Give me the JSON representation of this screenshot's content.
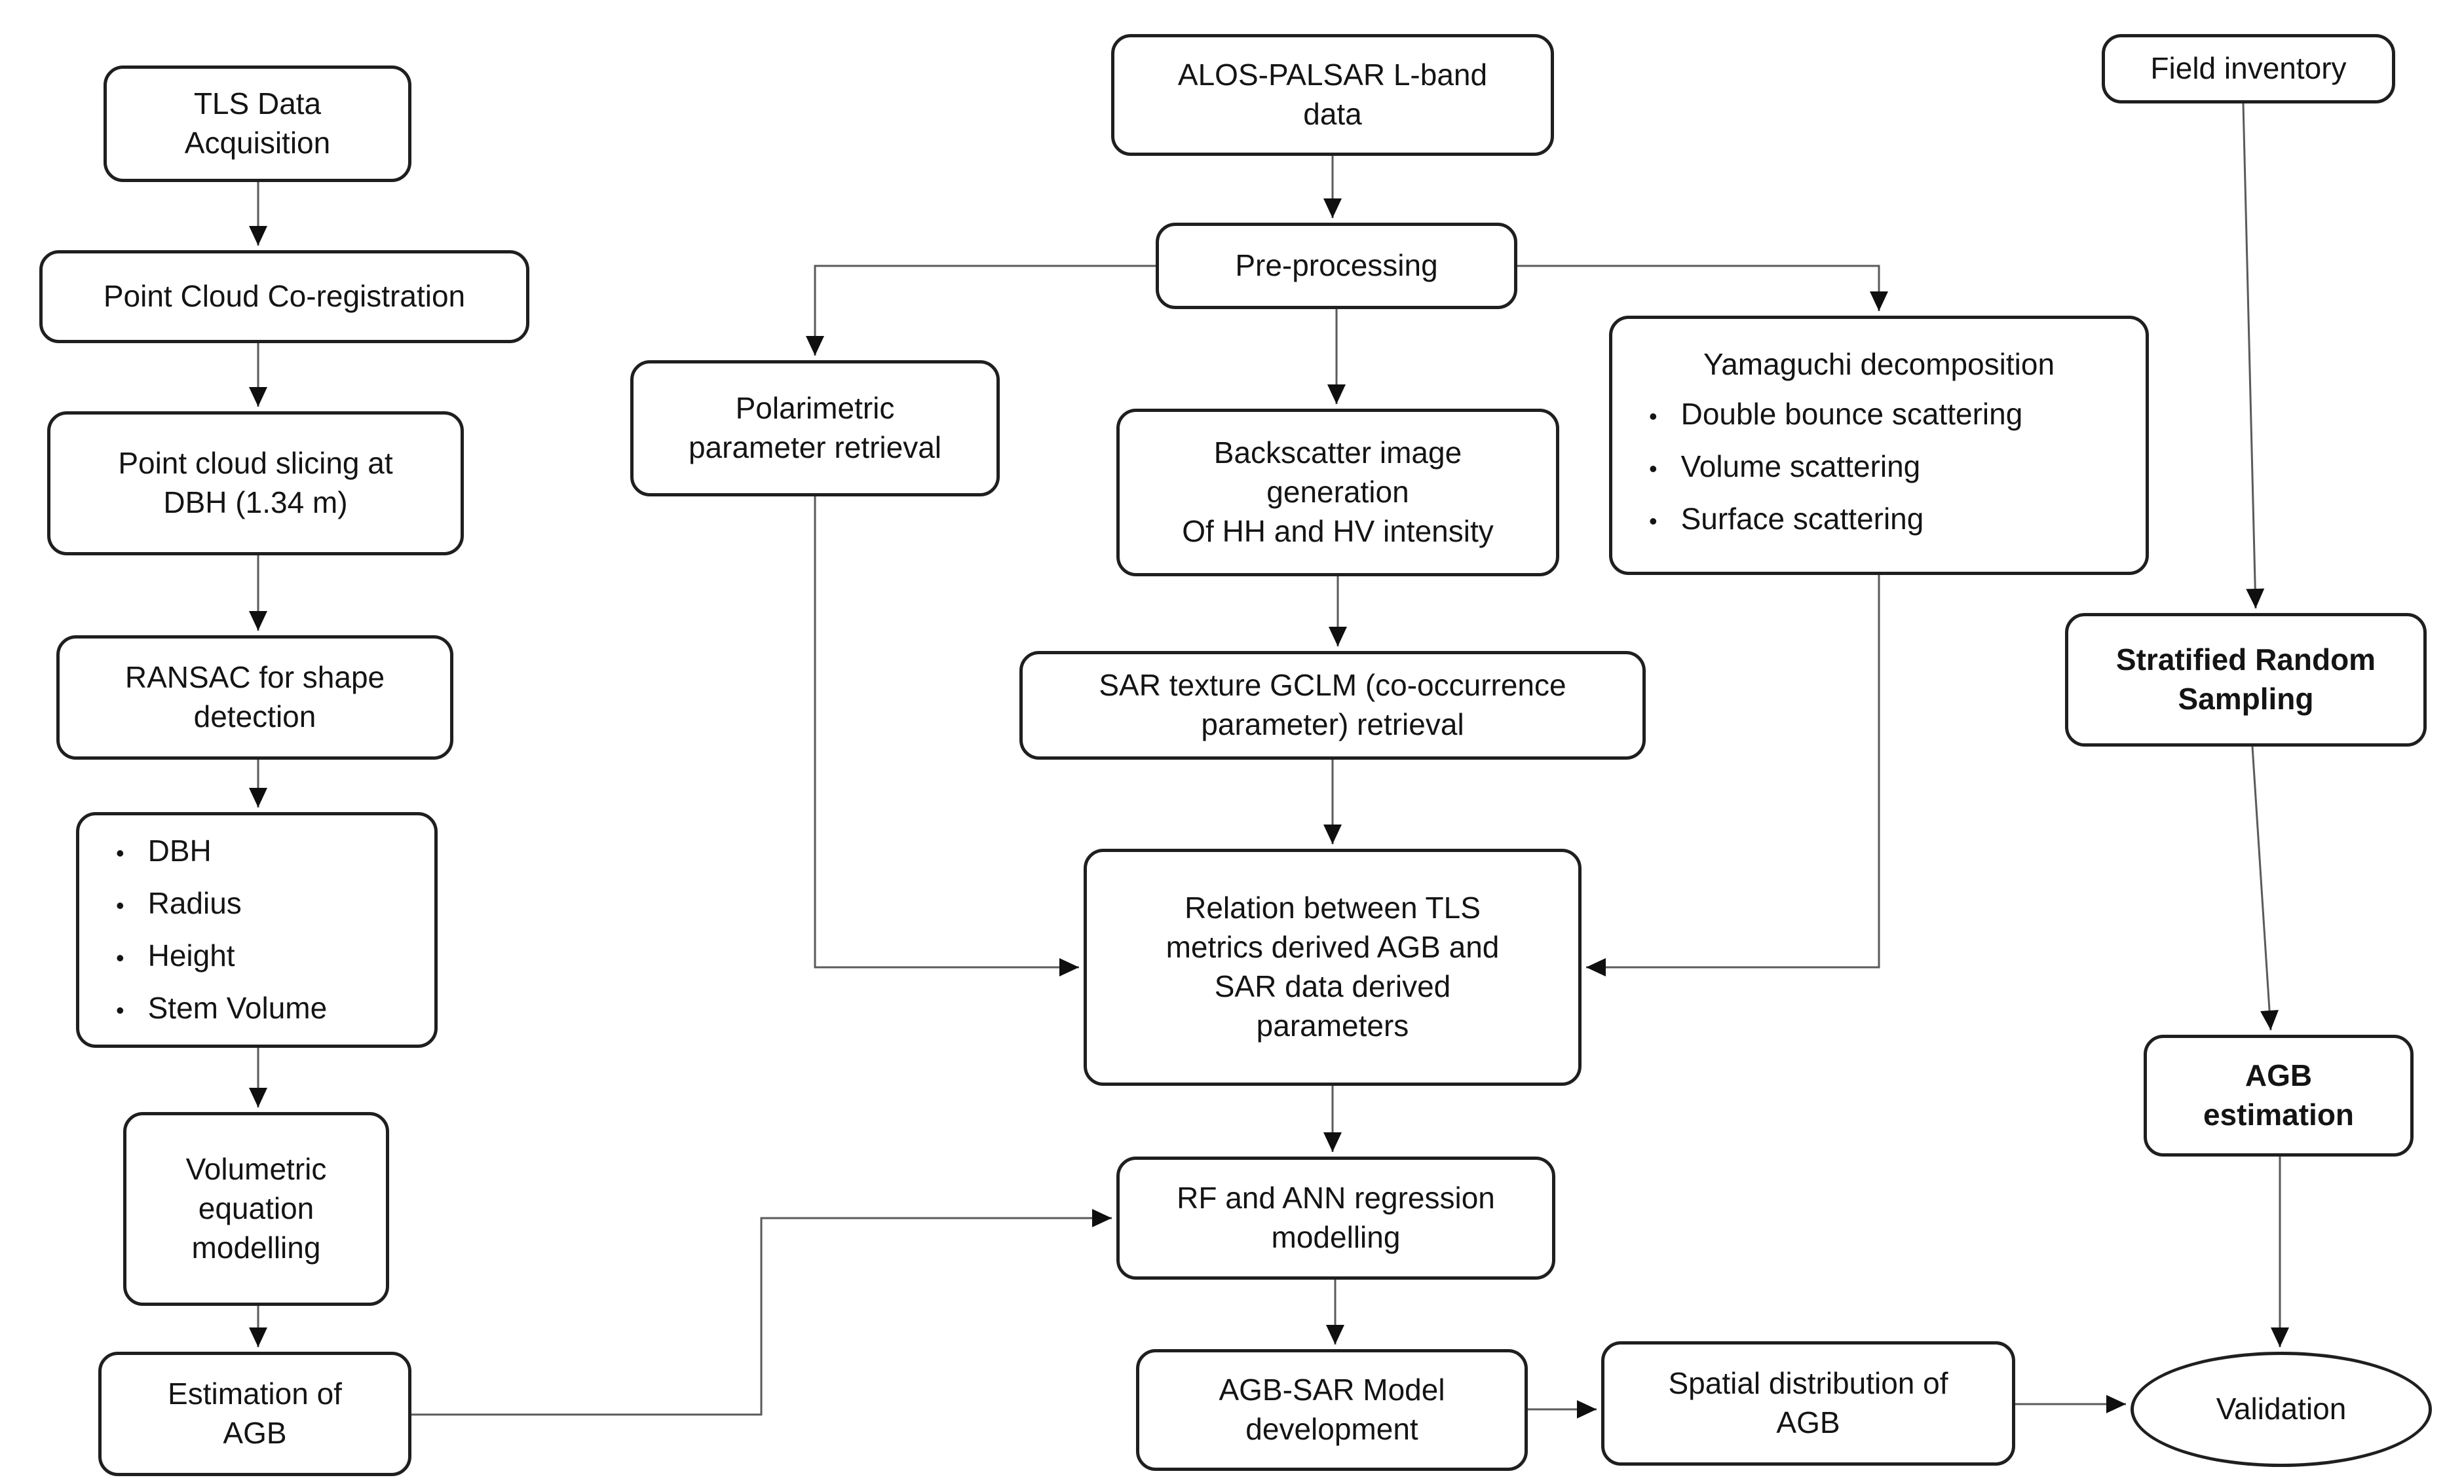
{
  "diagram": {
    "icons": {
      "bullet": "•"
    },
    "colors": {
      "background": "#ffffff",
      "box_border": "#1f1f1f",
      "text": "#141414",
      "connector": "#5a5a5a",
      "arrowhead": "#0f0f0f"
    },
    "nodes": {
      "tls_acquisition": {
        "label": "TLS Data\nAcquisition"
      },
      "point_cloud_coregistration": {
        "label": "Point Cloud Co-registration"
      },
      "point_cloud_slicing": {
        "label": "Point cloud slicing at\nDBH (1.34 m)"
      },
      "ransac": {
        "label": "RANSAC  for shape\ndetection"
      },
      "tls_metrics": {
        "items": [
          "DBH",
          "Radius",
          "Height",
          "Stem Volume"
        ]
      },
      "volumetric_equation": {
        "label": "Volumetric\nequation\nmodelling"
      },
      "estimation_of_agb": {
        "label": "Estimation of\nAGB"
      },
      "alos_palsar": {
        "label": "ALOS-PALSAR L-band\ndata"
      },
      "preprocessing": {
        "label": "Pre-processing"
      },
      "polarimetric": {
        "label": "Polarimetric\nparameter retrieval"
      },
      "backscatter": {
        "label": "Backscatter image\ngeneration\nOf HH and HV intensity"
      },
      "yamaguchi": {
        "title": "Yamaguchi decomposition",
        "items": [
          "Double bounce scattering",
          "Volume scattering",
          "Surface scattering"
        ]
      },
      "sar_texture": {
        "label": "SAR texture GCLM (co-occurrence\nparameter) retrieval"
      },
      "relation": {
        "label": "Relation between TLS\nmetrics derived AGB and\nSAR data derived\nparameters"
      },
      "rf_ann": {
        "label": "RF and ANN regression\nmodelling"
      },
      "agb_sar_model": {
        "label": "AGB-SAR Model\ndevelopment"
      },
      "spatial_distribution": {
        "label": "Spatial distribution of\nAGB"
      },
      "validation": {
        "label": "Validation"
      },
      "field_inventory": {
        "label": "Field inventory"
      },
      "stratified_sampling": {
        "label": "Stratified Random\nSampling"
      },
      "agb_estimation": {
        "label": "AGB\nestimation"
      }
    }
  }
}
